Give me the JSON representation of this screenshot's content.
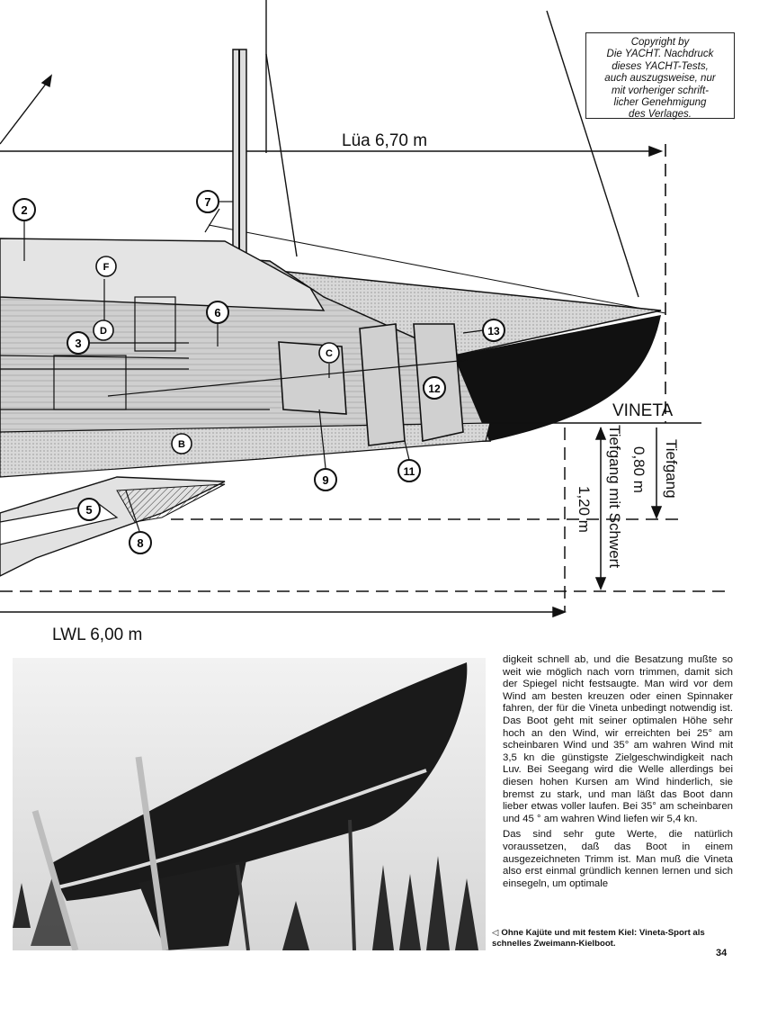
{
  "copyright": {
    "lines": [
      "Copyright by",
      "Die YACHT. Nachdruck",
      "dieses YACHT-Tests,",
      "auch auszugsweise, nur",
      "mit vorheriger schrift-",
      "licher Genehmigung",
      "des Verlages."
    ]
  },
  "drawing": {
    "loa_label": "Lüa 6,70 m",
    "lwl_label": "LWL 6,00 m",
    "boat_name": "VINETA",
    "draft_label": "Tiefgang",
    "draft_value": "0,80 m",
    "draft_cb_label": "Tiefgang mit Schwert",
    "draft_cb_value": "1,20 m",
    "callouts": [
      "2",
      "7",
      "F",
      "D",
      "6",
      "3",
      "C",
      "13",
      "12",
      "B",
      "9",
      "11",
      "5",
      "8"
    ]
  },
  "article": {
    "paragraph1": "digkeit schnell ab, und die Besatzung mußte so weit wie möglich nach vorn trimmen, damit sich der Spiegel nicht festsaugte. Man wird vor dem Wind am besten kreuzen oder einen Spinnaker fahren, der für die Vineta unbedingt notwendig ist. Das Boot geht mit seiner optimalen Höhe sehr hoch an den Wind, wir erreichten bei 25° am scheinbaren Wind und 35° am wahren Wind mit 3,5 kn die günstigste Zielgeschwindigkeit nach Luv. Bei Seegang wird die Welle allerdings bei diesen hohen Kursen am Wind hinderlich, sie bremst zu stark, und man läßt das Boot dann lieber etwas voller laufen. Bei 35° am scheinbaren und 45 ° am wahren Wind liefen wir 5,4 kn.",
    "paragraph2": "Das sind sehr gute Werte, die natürlich voraussetzen, daß das Boot in einem ausgezeichneten Trimm ist. Man muß die Vineta also erst einmal gründlich kennen lernen und sich einsegeln, um optimale"
  },
  "caption": {
    "marker": "◁",
    "text": "Ohne Kajüte und mit festem Kiel: Vineta-Sport als schnelles Zweimann-Kielboot."
  },
  "page_number": "34"
}
